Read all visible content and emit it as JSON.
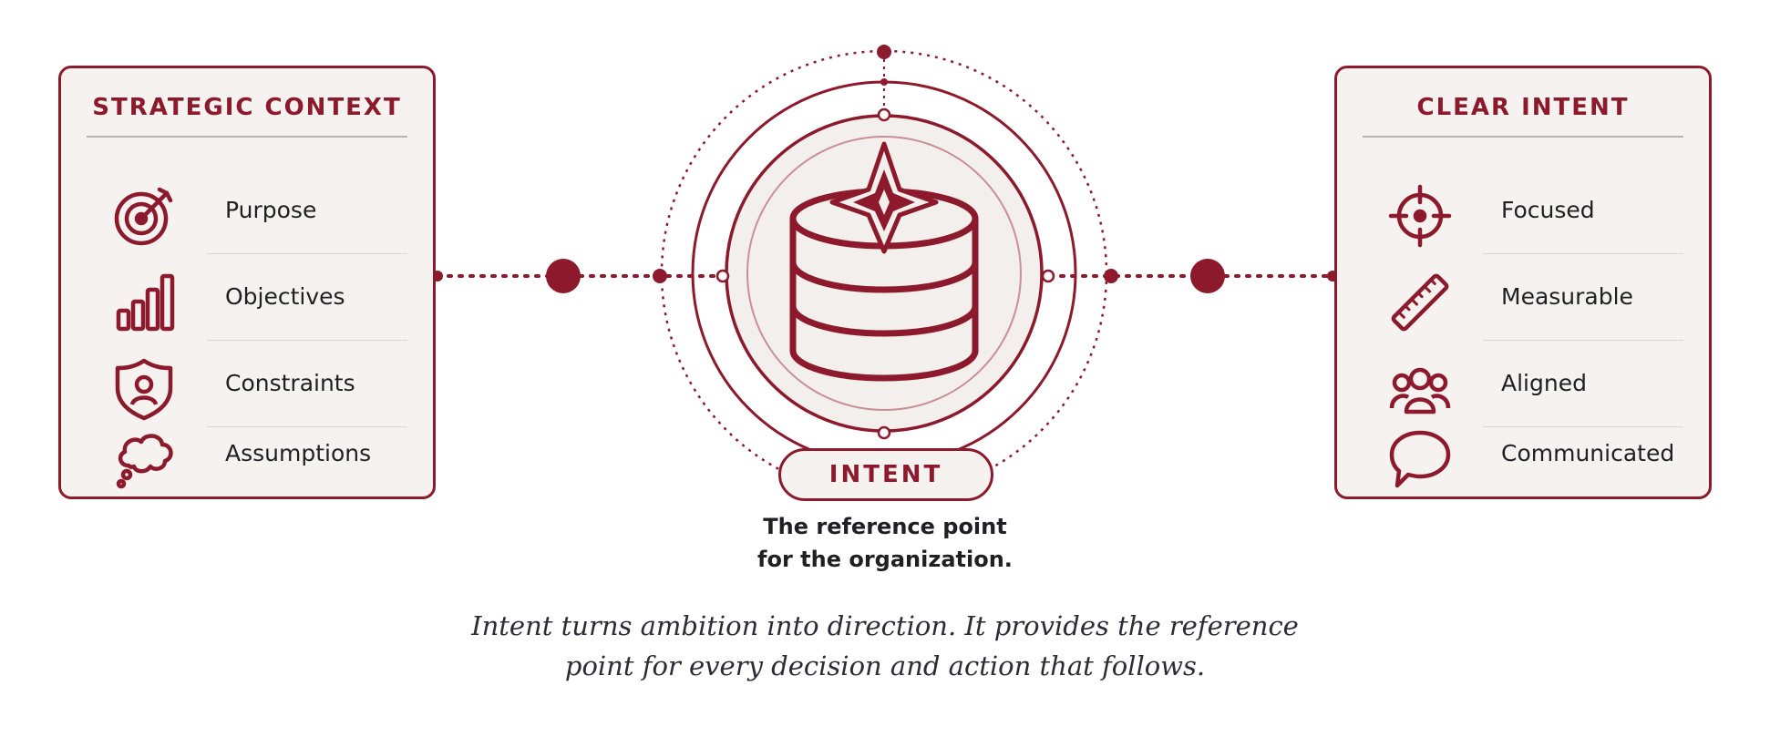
{
  "left_panel": {
    "title": "STRATEGIC CONTEXT",
    "items": [
      {
        "label": "Purpose",
        "icon": "target-icon"
      },
      {
        "label": "Objectives",
        "icon": "bar-chart-icon"
      },
      {
        "label": "Constraints",
        "icon": "shield-user-icon"
      },
      {
        "label": "Assumptions",
        "icon": "thought-cloud-icon"
      }
    ]
  },
  "right_panel": {
    "title": "CLEAR INTENT",
    "items": [
      {
        "label": "Focused",
        "icon": "crosshair-icon"
      },
      {
        "label": "Measurable",
        "icon": "ruler-icon"
      },
      {
        "label": "Aligned",
        "icon": "group-icon"
      },
      {
        "label": "Communicated",
        "icon": "speech-bubble-icon"
      }
    ]
  },
  "center": {
    "title": "INTENT",
    "icon": "database-compass-icon",
    "caption_line1": "The reference point",
    "caption_line2": "for the organization."
  },
  "quote": {
    "line1": "Intent turns ambition into direction. It provides the reference",
    "line2": "point for every decision and action that follows."
  },
  "colors": {
    "accent": "#8c1a2c",
    "panel_bg": "#f5f2ef",
    "text": "#1f1f24"
  }
}
